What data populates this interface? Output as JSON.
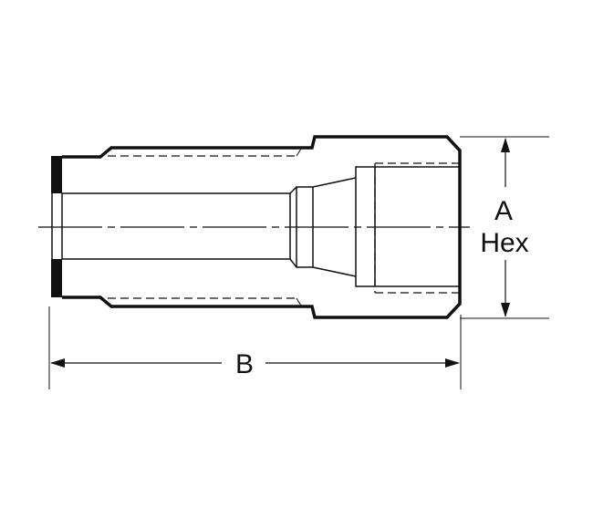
{
  "diagram": {
    "type": "technical-drawing",
    "subject": "hex fitting cross-section",
    "colors": {
      "line": "#111111",
      "background": "#ffffff"
    },
    "dimensions": {
      "a": {
        "label_line1": "A",
        "label_line2": "Hex"
      },
      "b": {
        "label": "B"
      }
    }
  }
}
